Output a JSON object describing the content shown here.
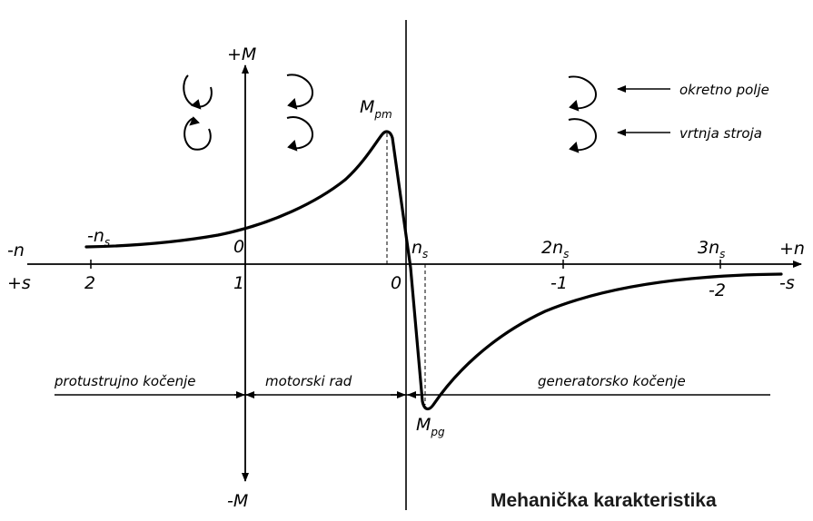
{
  "title": "Mehanička karakteristika",
  "axes": {
    "y_pos": "+M",
    "y_neg": "-M",
    "n_pos": "+n",
    "n_neg": "-n",
    "s_pos": "+s",
    "s_neg": "-s"
  },
  "n_ticks": {
    "neg_ns": "-n",
    "zero": "0",
    "ns": "n",
    "two_ns": "2n",
    "three_ns": "3n",
    "sub": "s"
  },
  "s_ticks": {
    "s2": "2",
    "s1": "1",
    "s0": "0",
    "sm1": "-1",
    "sm2": "-2"
  },
  "points": {
    "mpm": "M",
    "mpm_sub": "pm",
    "mpg": "M",
    "mpg_sub": "pg"
  },
  "legend": {
    "field": "okretno polje",
    "rotation": "vrtnja stroja"
  },
  "regions": {
    "counter": "protustrujno kočenje",
    "motor": "motorski rad",
    "generator": "generatorsko kočenje"
  },
  "icons": [
    "rotation-arrow-icon"
  ]
}
